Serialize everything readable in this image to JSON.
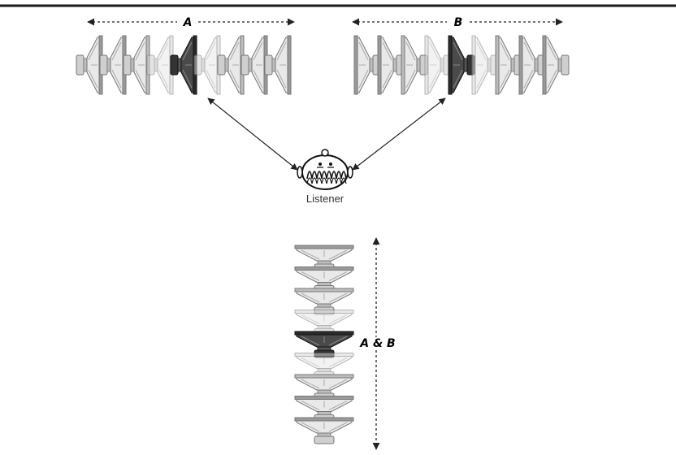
{
  "diagram": {
    "top_rule_color": "#1a1a1a",
    "label_a": "A",
    "label_b": "B",
    "label_ab": "A & B",
    "listener_label": "Listener",
    "left_array": {
      "count": 9,
      "active_index": 4,
      "orientation": "horizontal",
      "facing": "right"
    },
    "right_array": {
      "count": 9,
      "active_index": 4,
      "orientation": "horizontal",
      "facing": "left"
    },
    "bottom_array": {
      "count": 9,
      "active_index": 4,
      "orientation": "vertical",
      "facing": "up"
    },
    "colors": {
      "active": "#2b2b2b",
      "inactive": "#9a9a9a",
      "faint": "#d6d6d6",
      "arrow": "#222222"
    }
  }
}
